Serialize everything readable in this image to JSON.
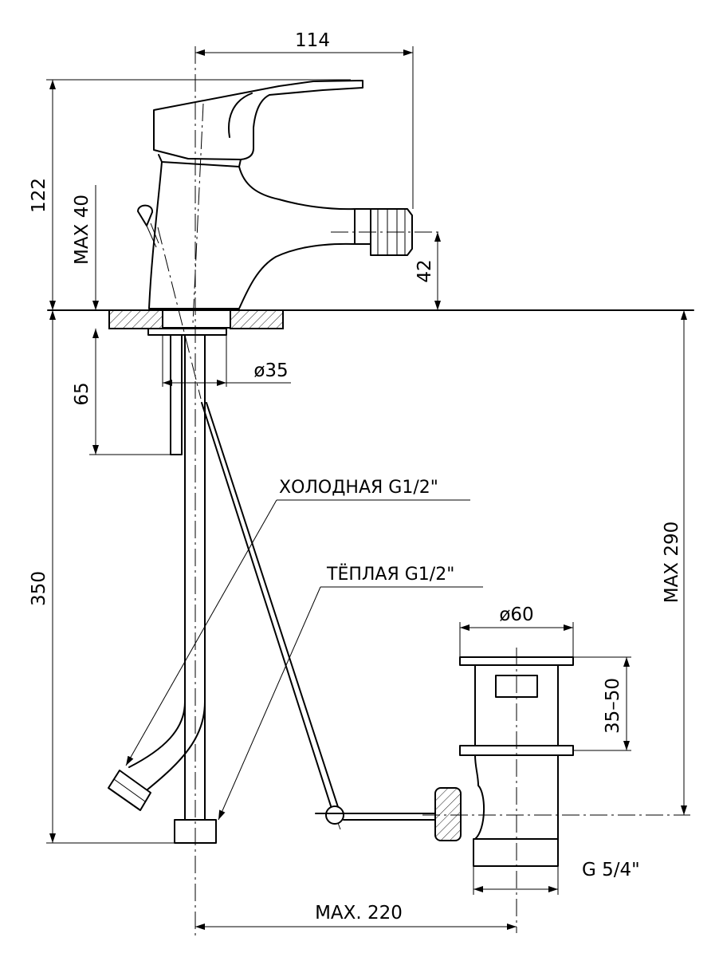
{
  "dimensions": {
    "width_114": "114",
    "height_122": "122",
    "max_40": "MAX 40",
    "height_42": "42",
    "diameter_35": "ø35",
    "depth_65": "65",
    "length_350": "350",
    "max_290": "MAX 290",
    "diameter_60": "ø60",
    "range_35_50": "35–50",
    "thread_g54": "G 5/4\"",
    "max_220": "MAX. 220"
  },
  "labels": {
    "cold": "ХОЛОДНАЯ G1/2\"",
    "warm": "ТЁПЛАЯ G1/2\""
  }
}
